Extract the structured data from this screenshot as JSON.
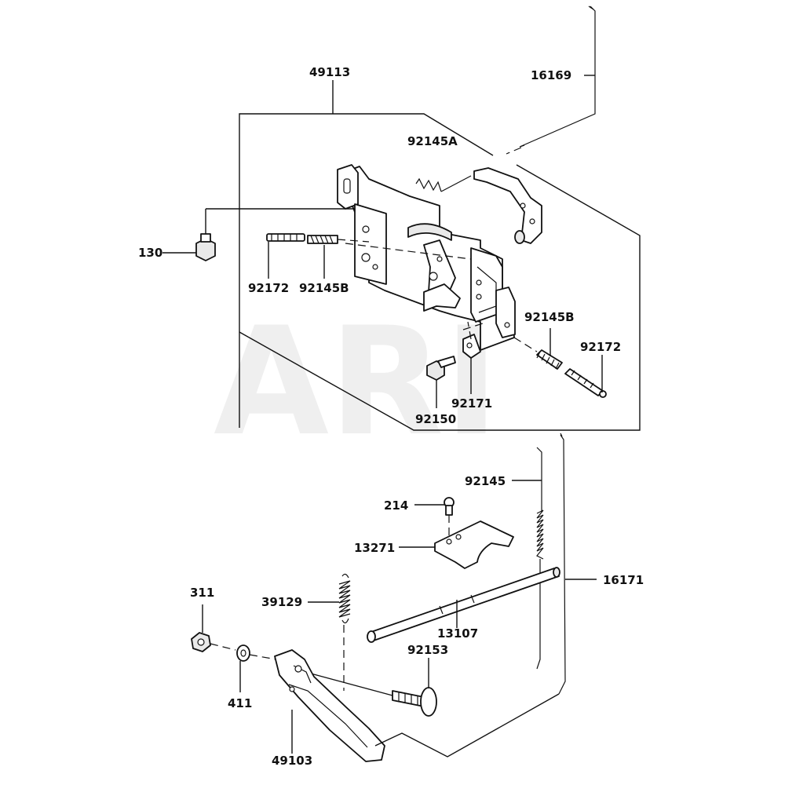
{
  "watermark": "ARI",
  "part_numbers": {
    "p49113": "49113",
    "p16169": "16169",
    "p92145A": "92145A",
    "p130": "130",
    "p92172_left": "92172",
    "p92145B_left": "92145B",
    "p92145B_right": "92145B",
    "p92172_right": "92172",
    "p92171": "92171",
    "p92150": "92150",
    "p92145": "92145",
    "p214": "214",
    "p13271": "13271",
    "p16171": "16171",
    "p311": "311",
    "p39129": "39129",
    "p13107": "13107",
    "p92153": "92153",
    "p411": "411",
    "p49103": "49103"
  }
}
